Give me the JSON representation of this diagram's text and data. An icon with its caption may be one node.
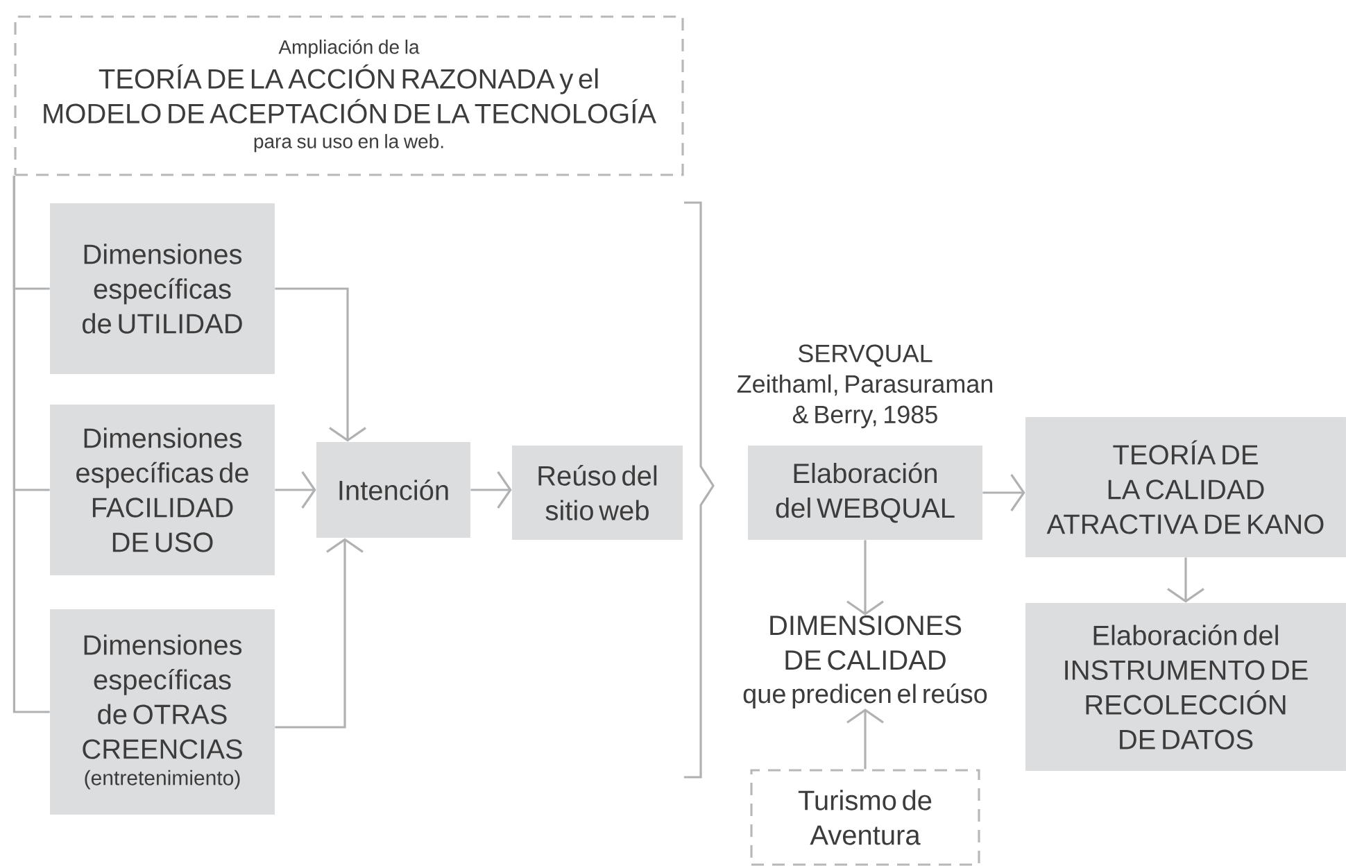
{
  "diagram": {
    "nodes": [
      {
        "text": [
          "Ampliación de la",
          "TEORÍA DE LA ACCIÓN RAZONADA y el MODELO DE ACEPTACIÓN DE LA TECNOLOGÍA",
          "para su uso en la web."
        ]
      },
      {
        "text": [
          "Dimensiones específicas de UTILIDAD"
        ]
      },
      {
        "text": [
          "Dimensiones específicas de FACILIDAD DE USO"
        ]
      },
      {
        "text": [
          "Dimensiones específicas de OTRAS CREENCIAS",
          "(entretenimiento)"
        ]
      },
      {
        "text": [
          "Intención"
        ]
      },
      {
        "text": [
          "Reúso del sitio web"
        ]
      },
      {
        "text": [
          "Elaboración del WEBQUAL"
        ],
        "beside": [
          "SERVQUAL",
          "Zeithaml, Parasuraman & Berry, 1985"
        ]
      },
      {
        "text": [
          "TEORÍA DE LA CALIDAD ATRACTIVA DE KANO"
        ]
      },
      {
        "text": [
          "DIMENSIONES DE CALIDAD",
          "que predicen el reúso"
        ]
      },
      {
        "text": [
          "Elaboración del INSTRUMENTO DE RECOLECCIÓN DE DATOS"
        ]
      },
      {
        "text": [
          "Turismo de Aventura"
        ]
      }
    ],
    "edges": [
      {
        "from": 0,
        "to": 1,
        "arrow": "none"
      },
      {
        "from": 0,
        "to": 2,
        "arrow": "none"
      },
      {
        "from": 0,
        "to": 3,
        "arrow": "none"
      },
      {
        "from": 1,
        "to": 4,
        "arrow": "to"
      },
      {
        "from": 2,
        "to": 4,
        "arrow": "to"
      },
      {
        "from": 3,
        "to": 4,
        "arrow": "to"
      },
      {
        "from": 4,
        "to": 5,
        "arrow": "to"
      },
      {
        "from": 6,
        "to": 7,
        "arrow": "to"
      },
      {
        "from": 6,
        "to": 8,
        "arrow": "to"
      },
      {
        "from": 7,
        "to": 9,
        "arrow": "to"
      },
      {
        "from": 10,
        "to": 8,
        "arrow": "to"
      }
    ]
  }
}
